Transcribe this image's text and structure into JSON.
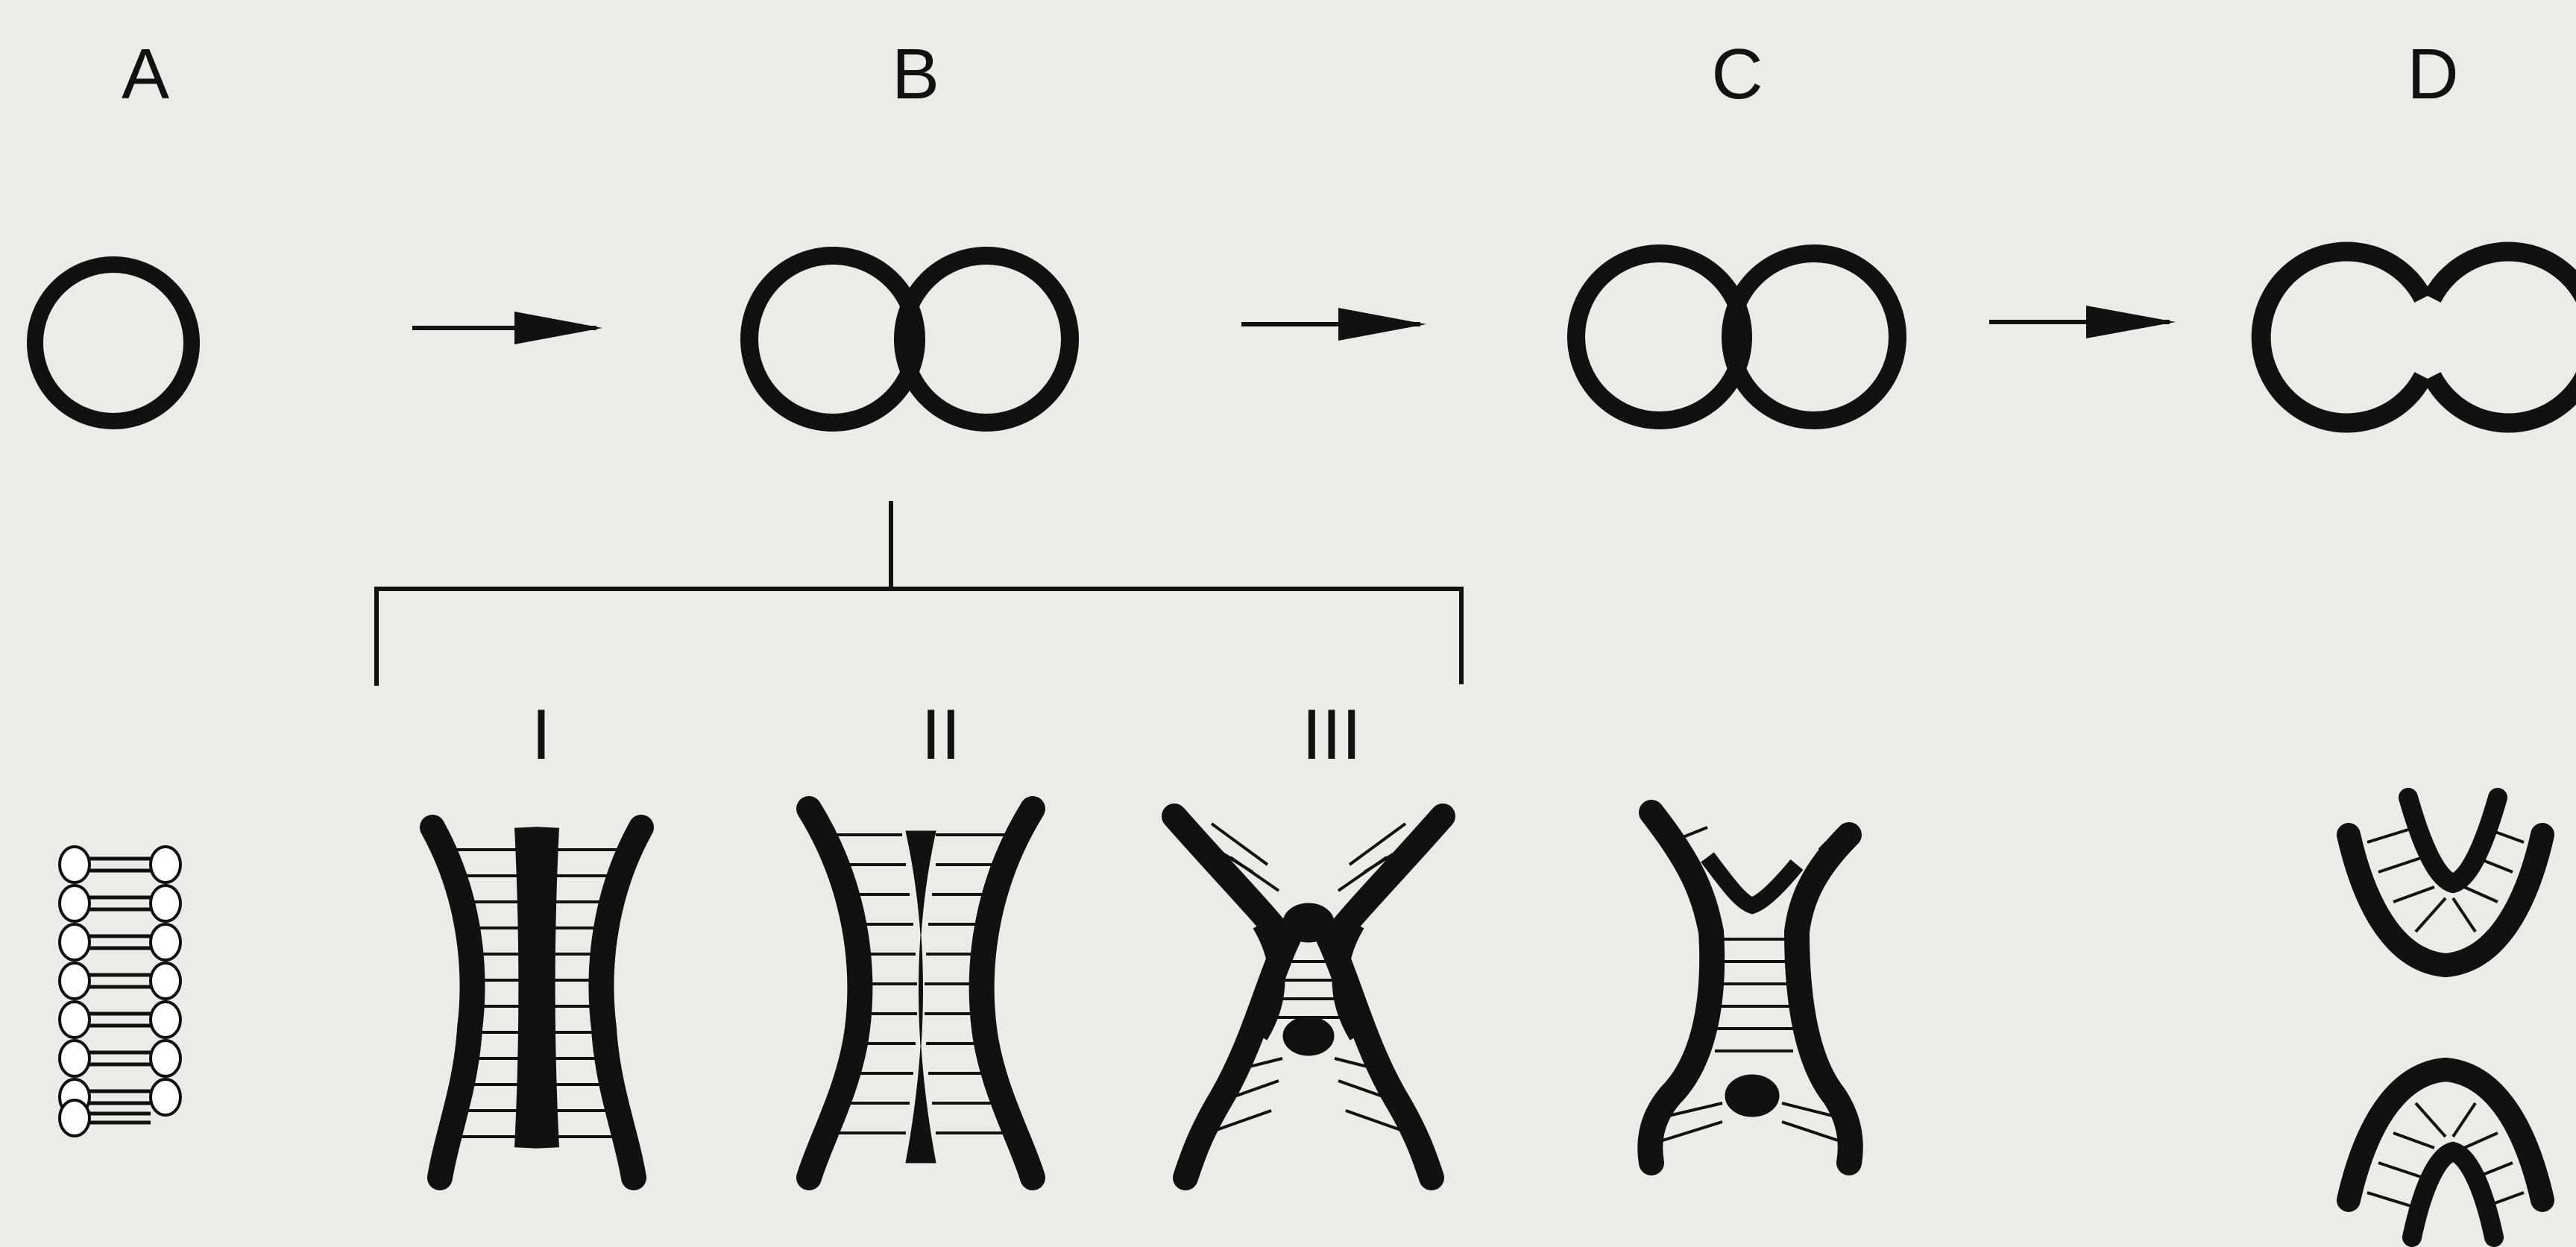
{
  "panels": [
    {
      "label": "A"
    },
    {
      "label": "B"
    },
    {
      "label": "C"
    },
    {
      "label": "D"
    }
  ],
  "stages": [
    {
      "label": "I"
    },
    {
      "label": "II"
    },
    {
      "label": "III"
    }
  ],
  "colors": {
    "ink": "#111111",
    "background": "#ebebe8"
  }
}
